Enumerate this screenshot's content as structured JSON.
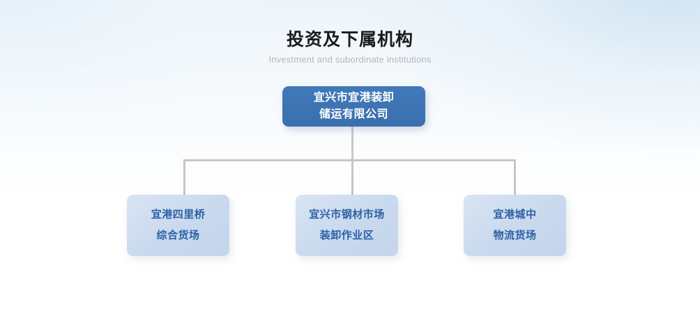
{
  "header": {
    "title": "投资及下属机构",
    "subtitle": "Investment and subordinate institutions"
  },
  "org_chart": {
    "root": {
      "label": "宜兴市宜港装卸\n储运有限公司",
      "background_color": "#3d74b3",
      "text_color": "#ffffff"
    },
    "children": [
      {
        "label": "宜港四里桥\n综合货场",
        "background_color": "#c9d9ee",
        "text_color": "#2b60a7"
      },
      {
        "label": "宜兴市钢材市场\n装卸作业区",
        "background_color": "#c9d9ee",
        "text_color": "#2b60a7"
      },
      {
        "label": "宜港城中\n物流货场",
        "background_color": "#c9d9ee",
        "text_color": "#2b60a7"
      }
    ],
    "connector_color": "#c6c6c6"
  }
}
